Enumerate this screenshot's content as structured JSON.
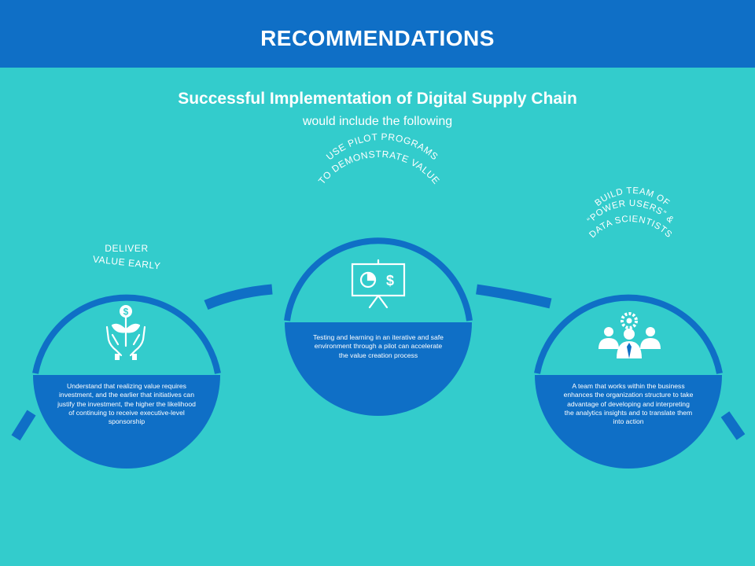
{
  "header": {
    "title": "RECOMMENDATIONS"
  },
  "subtitle": {
    "main": "Successful Implementation of Digital Supply Chain",
    "sub": "would include the following"
  },
  "recommendations": [
    {
      "heading_lines": [
        "DELIVER",
        "VALUE EARLY"
      ],
      "description": "Understand that realizing value requires investment, and the earlier that initiatives can justify the investment, the higher the likelihood of continuing to receive executive-level sponsorship",
      "icon": "money-plant-hands-icon"
    },
    {
      "heading_lines": [
        "USE PILOT PROGRAMS",
        "TO DEMONSTRATE VALUE"
      ],
      "description": "Testing and learning in an iterative and safe environment through a pilot can accelerate the value creation process",
      "icon": "presentation-board-icon"
    },
    {
      "heading_lines": [
        "BUILD TEAM OF",
        "“POWER USERS” &",
        "DATA SCIENTISTS"
      ],
      "description": "A team that works within the business enhances the organization structure to take advantage of developing and interpreting the analytics insights and to translate them into action",
      "icon": "team-gear-icon"
    }
  ],
  "colors": {
    "background": "#33CCCC",
    "header": "#0F6FC6",
    "circle_fill": "#0F6FC6",
    "text": "#FFFFFF"
  }
}
